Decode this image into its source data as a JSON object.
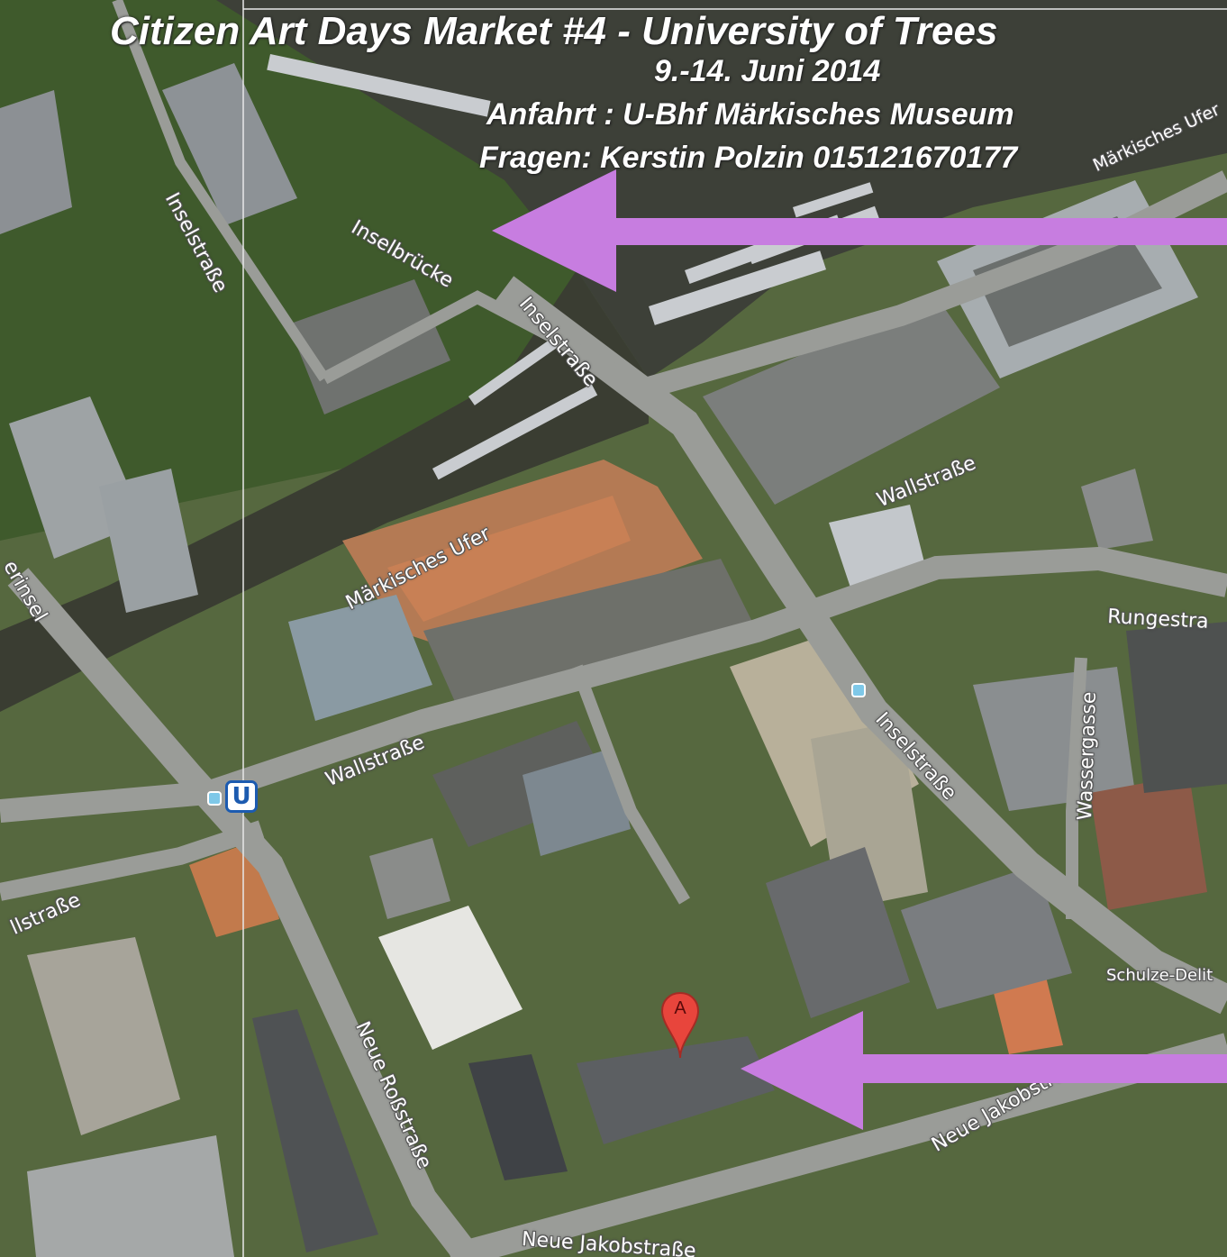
{
  "header": {
    "title": "Citizen Art Days Market #4 - University of Trees",
    "dates": "9.-14. Juni 2014",
    "directions": "Anfahrt : U-Bhf Märkisches Museum",
    "contact": "Fragen: Kerstin Polzin 015121670177"
  },
  "map": {
    "streets": [
      "Inselstraße",
      "Inselbrücke",
      "Inselstraße",
      "Märkisches Ufer",
      "Märkisches Ufer",
      "Wallstraße",
      "Wallstraße",
      "Rungestra",
      "Inselstraße",
      "Wassergasse",
      "erinsel",
      "llstraße",
      "Schulze-Delit",
      "Neue Roßstraße",
      "Neue Jakobstraße",
      "Neue Jakobstraße"
    ],
    "ubahn_symbol": "U",
    "marker_label": "A",
    "arrow_color": "#c77de0",
    "icons": [
      "ubahn-station-icon",
      "location-pin-icon",
      "arrow-left-icon"
    ]
  }
}
